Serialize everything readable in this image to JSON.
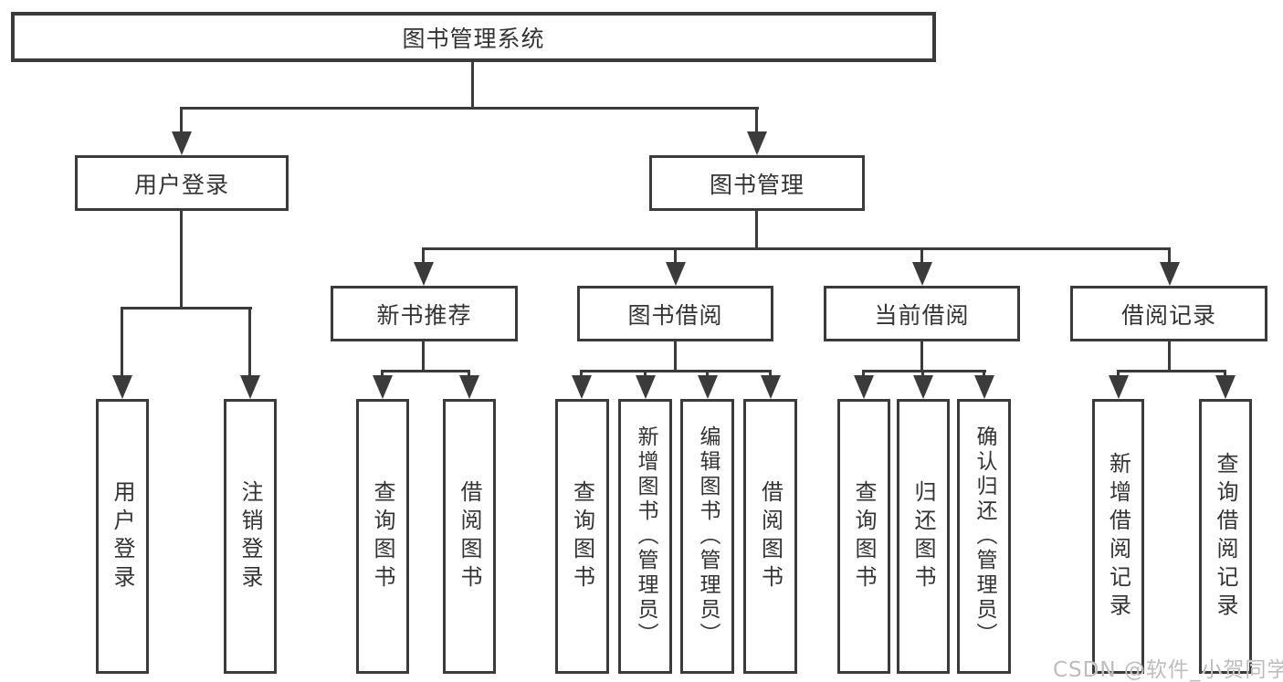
{
  "diagram": {
    "root_label": "图书管理系统",
    "branches": [
      {
        "label": "用户登录",
        "leaves": [
          {
            "label": "用户登录"
          },
          {
            "label": "注销登录"
          }
        ]
      },
      {
        "label": "图书管理",
        "groups": [
          {
            "label": "新书推荐",
            "leaves": [
              {
                "label": "查询图书"
              },
              {
                "label": "借阅图书"
              }
            ]
          },
          {
            "label": "图书借阅",
            "leaves": [
              {
                "label": "查询图书"
              },
              {
                "label": "新增图书（管理员）"
              },
              {
                "label": "编辑图书（管理员）"
              },
              {
                "label": "借阅图书"
              }
            ]
          },
          {
            "label": "当前借阅",
            "leaves": [
              {
                "label": "查询图书"
              },
              {
                "label": "归还图书"
              },
              {
                "label": "确认归还（管理员）"
              }
            ]
          },
          {
            "label": "借阅记录",
            "leaves": [
              {
                "label": "新增借阅记录"
              },
              {
                "label": "查询借阅记录"
              }
            ]
          }
        ]
      }
    ]
  },
  "watermark": {
    "text": "CSDN @软件_小贺同学"
  },
  "colors": {
    "line": "#3b3b3b",
    "text": "#333333",
    "background": "#ffffff",
    "watermark": "#bdbdbd"
  }
}
